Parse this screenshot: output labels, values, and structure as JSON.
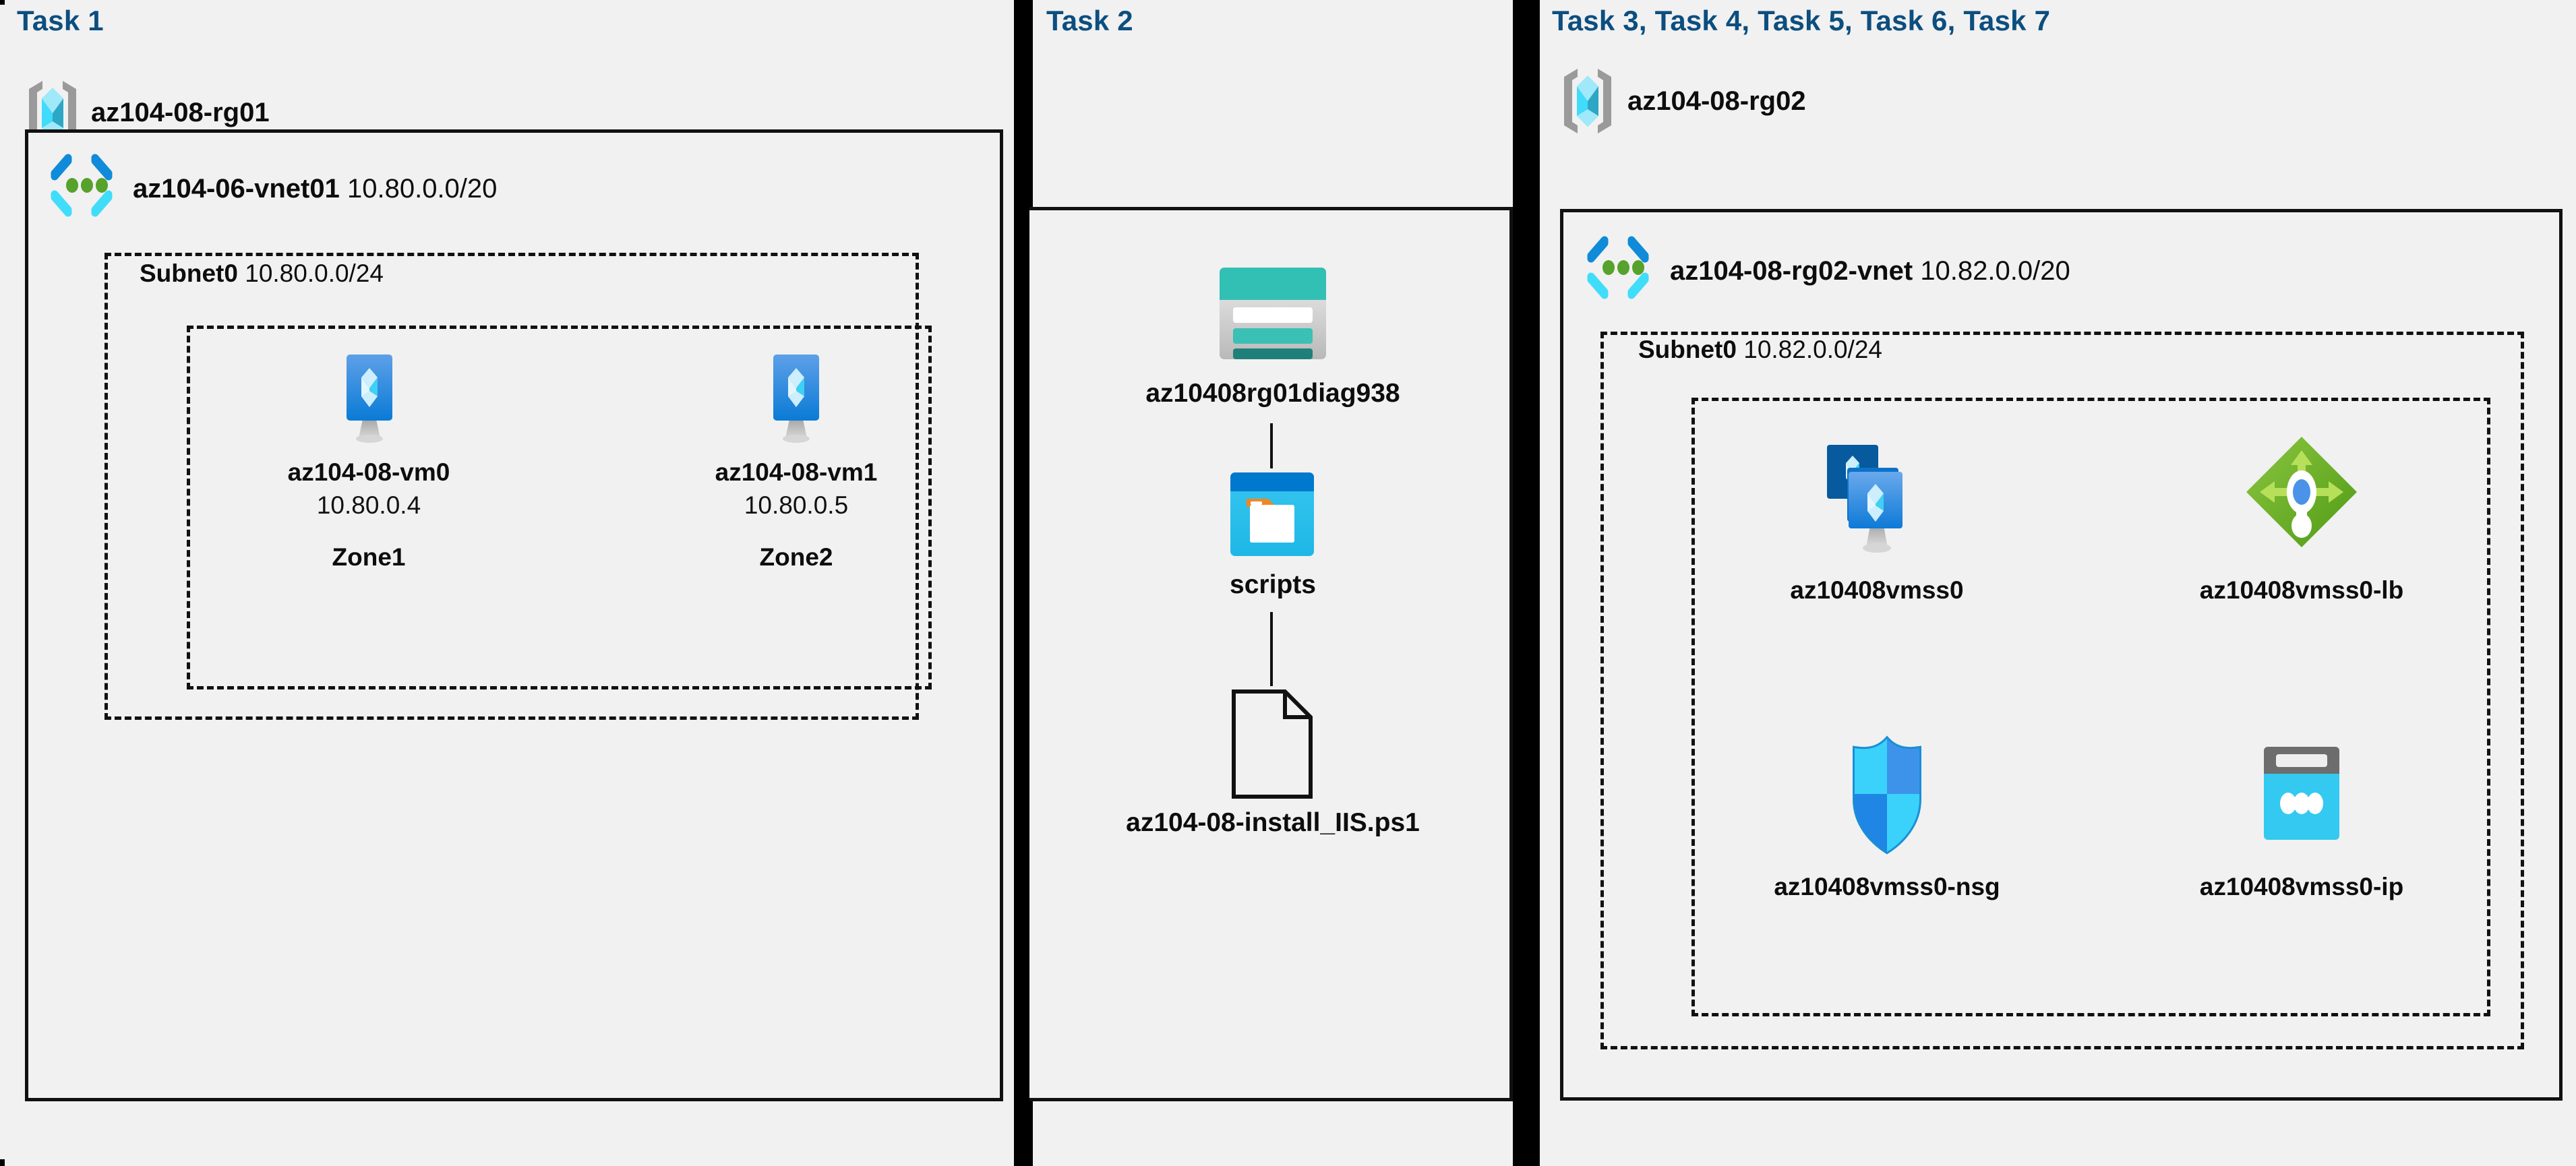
{
  "diagram": {
    "background": "#f1f1f1",
    "heading_color": "#0c4e7f",
    "line_color": "#111111"
  },
  "columns": [
    {
      "id": "col-1",
      "heading": "Task 1",
      "resource_group": {
        "icon": "resource-group-icon",
        "name": "az104-08-rg01"
      },
      "vnet": {
        "icon": "virtual-network-icon",
        "name": "az104-06-vnet01",
        "cidr": "10.80.0.0/20"
      },
      "subnet": {
        "name": "Subnet0",
        "cidr": "10.80.0.0/24"
      },
      "vms": [
        {
          "icon": "virtual-machine-icon",
          "name": "az104-08-vm0",
          "ip": "10.80.0.4",
          "zone": "Zone1"
        },
        {
          "icon": "virtual-machine-icon",
          "name": "az104-08-vm1",
          "ip": "10.80.0.5",
          "zone": "Zone2"
        }
      ]
    },
    {
      "id": "col-2",
      "heading": "Task 2",
      "chain": [
        {
          "icon": "storage-account-icon",
          "name": "az10408rg01diag938"
        },
        {
          "icon": "blob-container-icon",
          "name": "scripts"
        },
        {
          "icon": "file-icon",
          "name": "az104-08-install_IIS.ps1"
        }
      ]
    },
    {
      "id": "col-3",
      "heading": "Task 3, Task 4, Task 5, Task 6, Task 7",
      "resource_group": {
        "icon": "resource-group-icon",
        "name": "az104-08-rg02"
      },
      "vnet": {
        "icon": "virtual-network-icon",
        "name": "az104-08-rg02-vnet",
        "cidr": "10.82.0.0/20"
      },
      "subnet": {
        "name": "Subnet0",
        "cidr": "10.82.0.0/24"
      },
      "resources": [
        {
          "icon": "vm-scale-set-icon",
          "name": "az10408vmss0"
        },
        {
          "icon": "load-balancer-icon",
          "name": "az10408vmss0-lb"
        },
        {
          "icon": "network-security-group-icon",
          "name": "az10408vmss0-nsg"
        },
        {
          "icon": "public-ip-address-icon",
          "name": "az10408vmss0-ip"
        }
      ]
    }
  ]
}
